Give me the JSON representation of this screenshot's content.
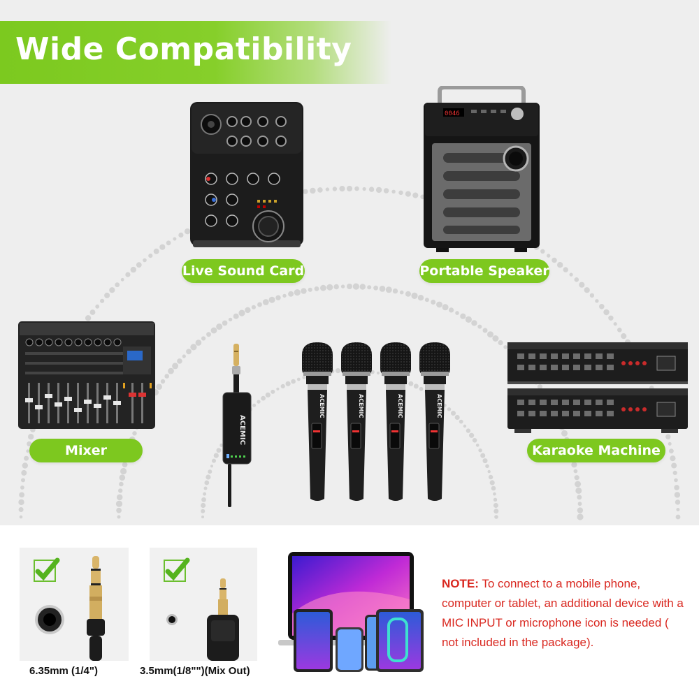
{
  "title": "Wide Compatibility",
  "devices": [
    {
      "label": "Live Sound Card",
      "icon": "audio-interface-icon"
    },
    {
      "label": "Portable Speaker",
      "icon": "portable-speaker-icon"
    },
    {
      "label": "Mixer",
      "icon": "mixer-console-icon"
    },
    {
      "label": "Karaoke Machine",
      "icon": "av-receiver-icon"
    }
  ],
  "product": {
    "receiver_brand": "ACEMIC",
    "mic_brand": "ACEMIC",
    "mic_count": 4
  },
  "jacks": [
    {
      "caption": "6.35mm (1/4\")",
      "checked": true
    },
    {
      "caption": "3.5mm(1/8\"\")(Mix Out)",
      "checked": true
    }
  ],
  "note": {
    "label": "NOTE:",
    "text": "To connect to a mobile phone, computer or tablet, an additional device with a MIC INPUT or microphone icon is needed ( not included in the package)."
  },
  "colors": {
    "accent_green": "#7dc81f",
    "note_red": "#d9271f",
    "background": "#eeeeee"
  }
}
